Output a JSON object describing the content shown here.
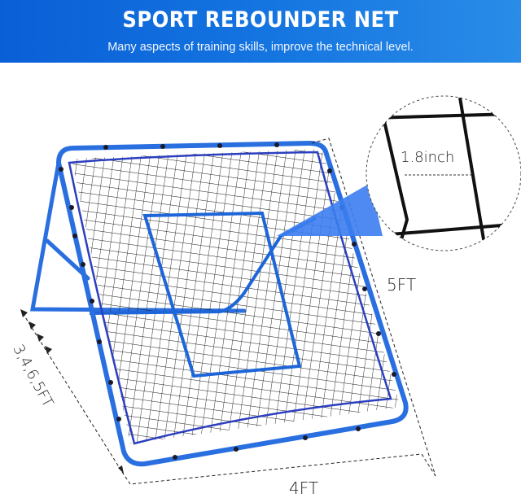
{
  "banner": {
    "title": "SPORT REBOUNDER NET",
    "subtitle": "Many aspects of training skills, improve the technical level."
  },
  "dimensions": {
    "height_label": "5FT",
    "width_label": "4FT",
    "angle_label": "3,4,6,5FT",
    "mesh_label": "1.8inch"
  },
  "colors": {
    "banner_start": "#0a5fd6",
    "banner_end": "#2a8ce8",
    "frame_blue": "#2a6fe0",
    "net_black": "#1a1a1a",
    "callout_blue": "#3b7df0"
  }
}
